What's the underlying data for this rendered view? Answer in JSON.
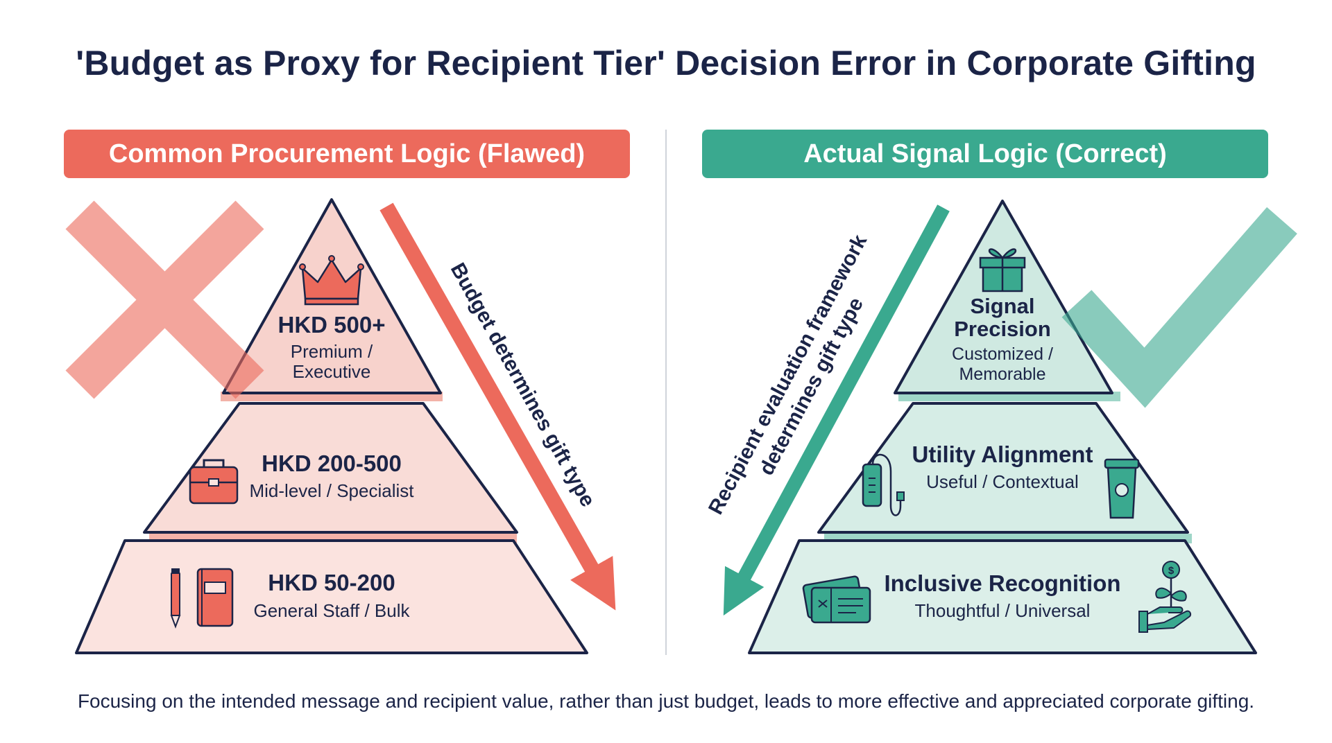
{
  "title": "'Budget as Proxy for Recipient Tier' Decision Error in Corporate Gifting",
  "left_panel": {
    "header": "Common Procurement Logic (Flawed)",
    "arrow_label": "Budget determines gift type",
    "tiers": [
      {
        "heading": "HKD 500+",
        "sub1": "Premium /",
        "sub2": "Executive",
        "icon": "crown-icon"
      },
      {
        "heading": "HKD 200-500",
        "sub1": "Mid-level / Specialist",
        "icon": "briefcase-icon"
      },
      {
        "heading": "HKD 50-200",
        "sub1": "General Staff / Bulk",
        "icon": "notebook-pen-icon"
      }
    ],
    "mark_icon": "x-mark-icon"
  },
  "right_panel": {
    "header": "Actual Signal Logic (Correct)",
    "arrow_label_line1": "Recipient evaluation framework",
    "arrow_label_line2": "determines gift type",
    "tiers": [
      {
        "heading1": "Signal",
        "heading2": "Precision",
        "sub1": "Customized /",
        "sub2": "Memorable",
        "icon": "gift-box-icon"
      },
      {
        "heading": "Utility Alignment",
        "sub1": "Useful / Contextual",
        "icons": [
          "power-bank-icon",
          "coffee-cup-icon"
        ]
      },
      {
        "heading": "Inclusive Recognition",
        "sub1": "Thoughtful / Universal",
        "icons": [
          "gift-card-icon",
          "hand-plant-icon"
        ]
      }
    ],
    "mark_icon": "check-mark-icon"
  },
  "footer": "Focusing on the intended message and recipient value, rather than just budget, leads to more effective and appreciated corporate gifting.",
  "colors": {
    "navy": "#1b2447",
    "red": "#ec6a5c",
    "red_fill": "#fbe3df",
    "red_fill_top": "#f7d2cc",
    "teal": "#3aa98f",
    "teal_fill": "#dcefe9",
    "teal_fill_top": "#cfe9e1",
    "divider": "#cfd3da"
  }
}
